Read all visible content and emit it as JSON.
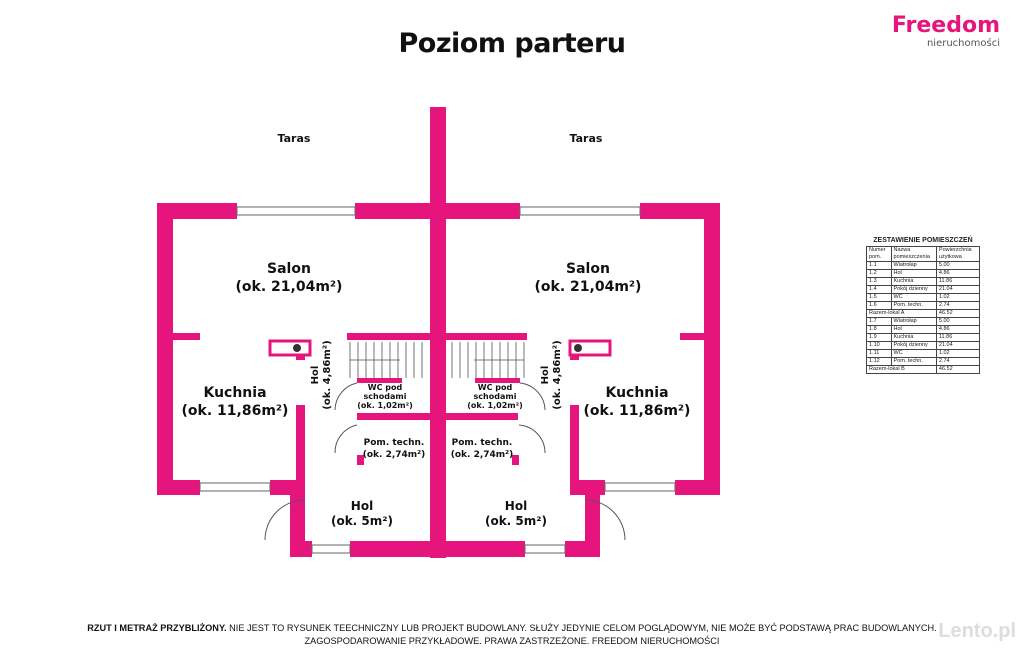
{
  "title": "Poziom parteru",
  "logo": {
    "brand": "Freedom",
    "sub": "nieruchomości"
  },
  "plan": {
    "taras_left": "Taras",
    "taras_right": "Taras",
    "salon": [
      "Salon",
      "(ok. 21,04m²)"
    ],
    "kuchnia": [
      "Kuchnia",
      "(ok. 11,86m²)"
    ],
    "hol_small": [
      "Hol",
      "(ok. 4,86m²)"
    ],
    "wc": [
      "WC pod",
      "schodami",
      "(ok. 1,02m²)"
    ],
    "pom": [
      "Pom. techn.",
      "(ok. 2,74m²)"
    ],
    "hol": [
      "Hol",
      "(ok. 5m²)"
    ]
  },
  "colors": {
    "wall": "#e5157d"
  },
  "table": {
    "title": "ZESTAWIENIE POMIESZCZEŃ",
    "headers": [
      "Numer pom.",
      "Nazwa pomieszczenia",
      "Powierzchnia użytkowa"
    ],
    "rows": [
      [
        "1.1",
        "Wiatrołap",
        "5.00"
      ],
      [
        "1.2",
        "Hol",
        "4.86"
      ],
      [
        "1.3",
        "Kuchnia",
        "11.86"
      ],
      [
        "1.4",
        "Pokój dzienny",
        "21.04"
      ],
      [
        "1.5",
        "WC",
        "1.02"
      ],
      [
        "1.6",
        "Pom. techn.",
        "2.74"
      ],
      [
        "Razem-lokal A",
        "",
        "46.52"
      ],
      [
        "1.7",
        "Wiatrołap",
        "5.00"
      ],
      [
        "1.8",
        "Hol",
        "4.86"
      ],
      [
        "1.9",
        "Kuchnia",
        "11.86"
      ],
      [
        "1.10",
        "Pokój dzienny",
        "21.04"
      ],
      [
        "1.11",
        "WC",
        "1.02"
      ],
      [
        "1.12",
        "Pom. techn.",
        "2.74"
      ],
      [
        "Razem-lokal B",
        "",
        "46.52"
      ]
    ]
  },
  "footer": {
    "bold": "RZUT I METRAŻ PRZYBLIŻONY.",
    "line1": " NIE JEST TO RYSUNEK TEECHNICZNY LUB PROJEKT BUDOWLANY. SŁUŻY JEDYNIE CELOM POGLĄDOWYM, NIE MOŻE BYĆ PODSTAWĄ PRAC BUDOWLANYCH.",
    "line2": "ZAGOSPODAROWANIE PRZYKŁADOWE. PRAWA ZASTRZEŻONE. FREEDOM NIERUCHOMOŚCI"
  },
  "watermark": "Lento.pl"
}
